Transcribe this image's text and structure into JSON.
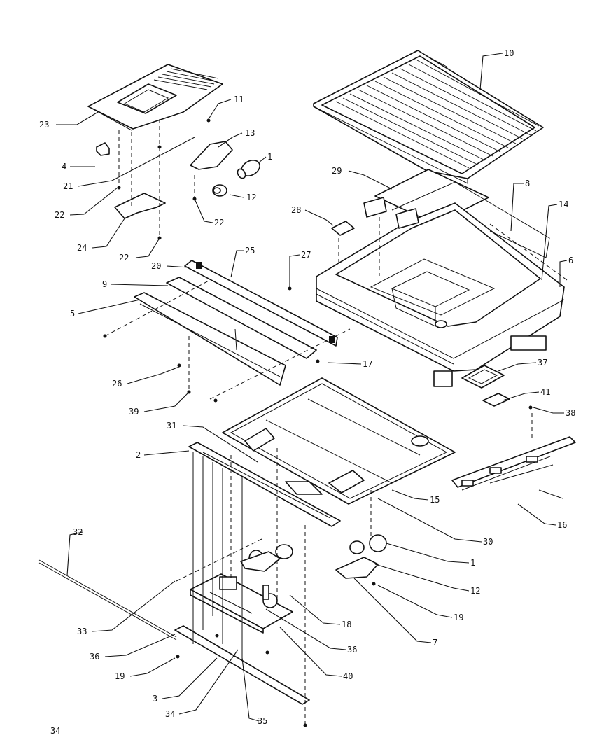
{
  "diagram": {
    "type": "exploded-parts-view",
    "page_number": "34",
    "callouts": [
      {
        "id": "c10",
        "text": "10"
      },
      {
        "id": "c23",
        "text": "23"
      },
      {
        "id": "c11",
        "text": "11"
      },
      {
        "id": "c13",
        "text": "13"
      },
      {
        "id": "c1a",
        "text": "1"
      },
      {
        "id": "c4",
        "text": "4"
      },
      {
        "id": "c21",
        "text": "21"
      },
      {
        "id": "c12a",
        "text": "12"
      },
      {
        "id": "c22a",
        "text": "22"
      },
      {
        "id": "c22b",
        "text": "22"
      },
      {
        "id": "c24",
        "text": "24"
      },
      {
        "id": "c22c",
        "text": "22"
      },
      {
        "id": "c29",
        "text": "29"
      },
      {
        "id": "c8",
        "text": "8"
      },
      {
        "id": "c14",
        "text": "14"
      },
      {
        "id": "c28",
        "text": "28"
      },
      {
        "id": "c25",
        "text": "25"
      },
      {
        "id": "c27",
        "text": "27"
      },
      {
        "id": "c20",
        "text": "20"
      },
      {
        "id": "c6",
        "text": "6"
      },
      {
        "id": "c9",
        "text": "9"
      },
      {
        "id": "c5",
        "text": "5"
      },
      {
        "id": "c17",
        "text": "17"
      },
      {
        "id": "c37",
        "text": "37"
      },
      {
        "id": "c26",
        "text": "26"
      },
      {
        "id": "c41",
        "text": "41"
      },
      {
        "id": "c39",
        "text": "39"
      },
      {
        "id": "c38",
        "text": "38"
      },
      {
        "id": "c31",
        "text": "31"
      },
      {
        "id": "c2",
        "text": "2"
      },
      {
        "id": "c15",
        "text": "15"
      },
      {
        "id": "c16",
        "text": "16"
      },
      {
        "id": "c32",
        "text": "32"
      },
      {
        "id": "c30",
        "text": "30"
      },
      {
        "id": "c1b",
        "text": "1"
      },
      {
        "id": "c12b",
        "text": "12"
      },
      {
        "id": "c19a",
        "text": "19"
      },
      {
        "id": "c18",
        "text": "18"
      },
      {
        "id": "c33",
        "text": "33"
      },
      {
        "id": "c36a",
        "text": "36"
      },
      {
        "id": "c7",
        "text": "7"
      },
      {
        "id": "c36b",
        "text": "36"
      },
      {
        "id": "c19b",
        "text": "19"
      },
      {
        "id": "c40",
        "text": "40"
      },
      {
        "id": "c3",
        "text": "3"
      },
      {
        "id": "c34",
        "text": "34"
      },
      {
        "id": "c35",
        "text": "35"
      }
    ]
  }
}
